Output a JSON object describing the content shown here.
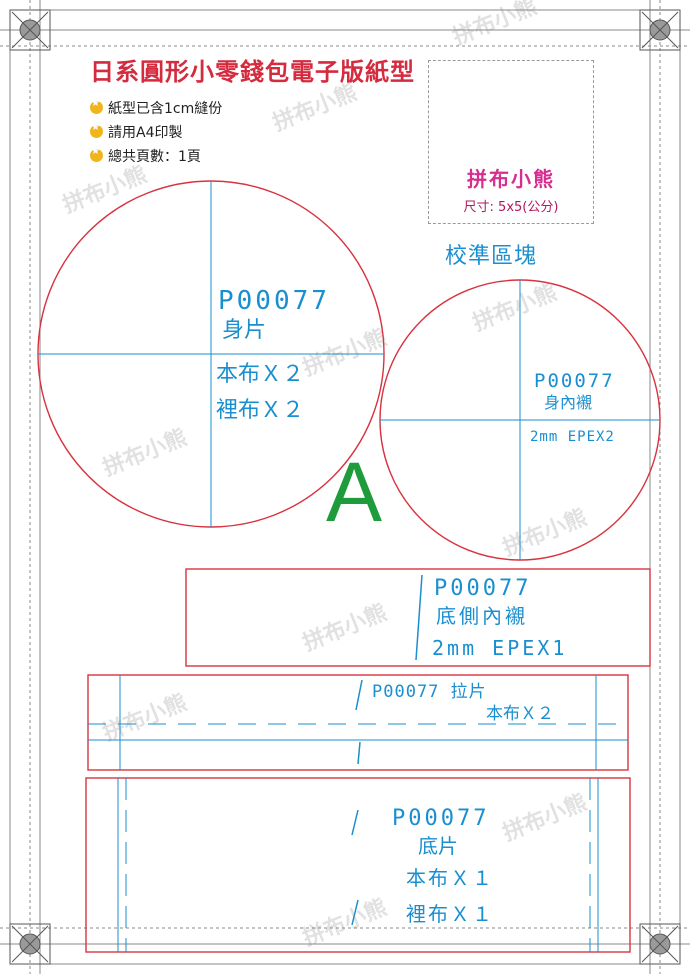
{
  "title": "日系圓形小零錢包電子版紙型",
  "notes": [
    "紙型已含1cm縫份",
    "請用A4印製",
    "總共頁數：1頁"
  ],
  "brand": {
    "name": "拼布小熊",
    "size_label": "尺寸: 5x5(公分)",
    "watermark": "拼布小熊"
  },
  "calibration_label": "校準區塊",
  "piece_letter": "A",
  "pieces": {
    "body": {
      "code": "P00077",
      "name": "身片",
      "qty1": "本布Ｘ２",
      "qty2": "裡布Ｘ２"
    },
    "lining": {
      "code": "P00077",
      "name": "身內襯",
      "spec": "2mm EPEX2"
    },
    "side": {
      "code": "P00077",
      "name": "底側內襯",
      "spec": "2mm EPEX1"
    },
    "tab": {
      "code": "P00077",
      "name": "拉片",
      "qty": "本布Ｘ２"
    },
    "base": {
      "code": "P00077",
      "name": "底片",
      "qty1": "本布Ｘ１",
      "qty2": "裡布Ｘ１"
    }
  },
  "colors": {
    "cut_line": "#d8323f",
    "guide_line": "#1a8fd0",
    "frame": "#888888",
    "title": "#d42b3f",
    "letter": "#1e9c3b"
  }
}
